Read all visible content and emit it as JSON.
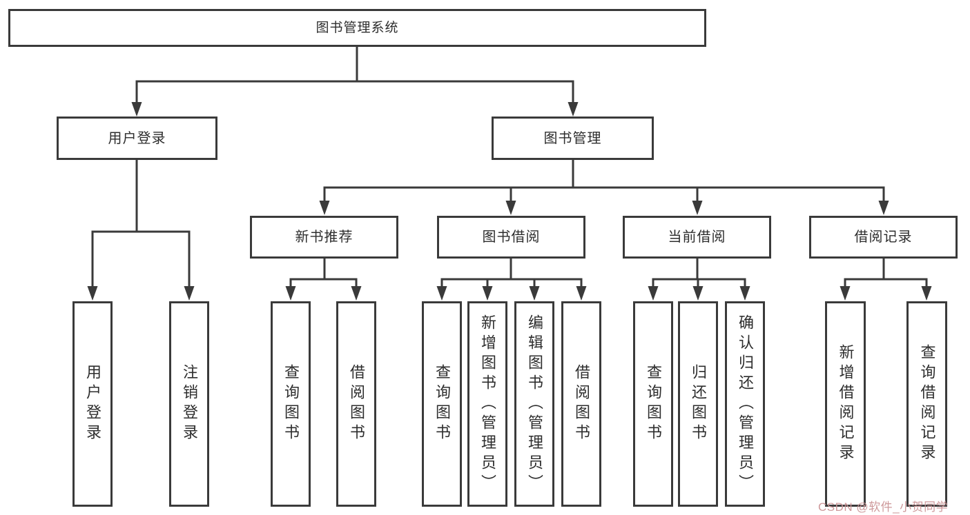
{
  "colors": {
    "line": "#3a3a3a",
    "box_border": "#3a3a3a",
    "text": "#2d2d2d",
    "background": "#ffffff",
    "watermark": "#cb9496"
  },
  "tree": {
    "label": "图书管理系统",
    "children": [
      {
        "label": "用户登录",
        "children": [
          {
            "label": "用户登录"
          },
          {
            "label": "注销登录"
          }
        ]
      },
      {
        "label": "图书管理",
        "children": [
          {
            "label": "新书推荐",
            "children": [
              {
                "label": "查询图书"
              },
              {
                "label": "借阅图书"
              }
            ]
          },
          {
            "label": "图书借阅",
            "children": [
              {
                "label": "查询图书"
              },
              {
                "label": "新增图书（管理员）"
              },
              {
                "label": "编辑图书（管理员）"
              },
              {
                "label": "借阅图书"
              }
            ]
          },
          {
            "label": "当前借阅",
            "children": [
              {
                "label": "查询图书"
              },
              {
                "label": "归还图书"
              },
              {
                "label": "确认归还（管理员）"
              }
            ]
          },
          {
            "label": "借阅记录",
            "children": [
              {
                "label": "新增借阅记录"
              },
              {
                "label": "查询借阅记录"
              }
            ]
          }
        ]
      }
    ]
  },
  "watermark": {
    "text": "CSDN @软件_小贺同学"
  }
}
